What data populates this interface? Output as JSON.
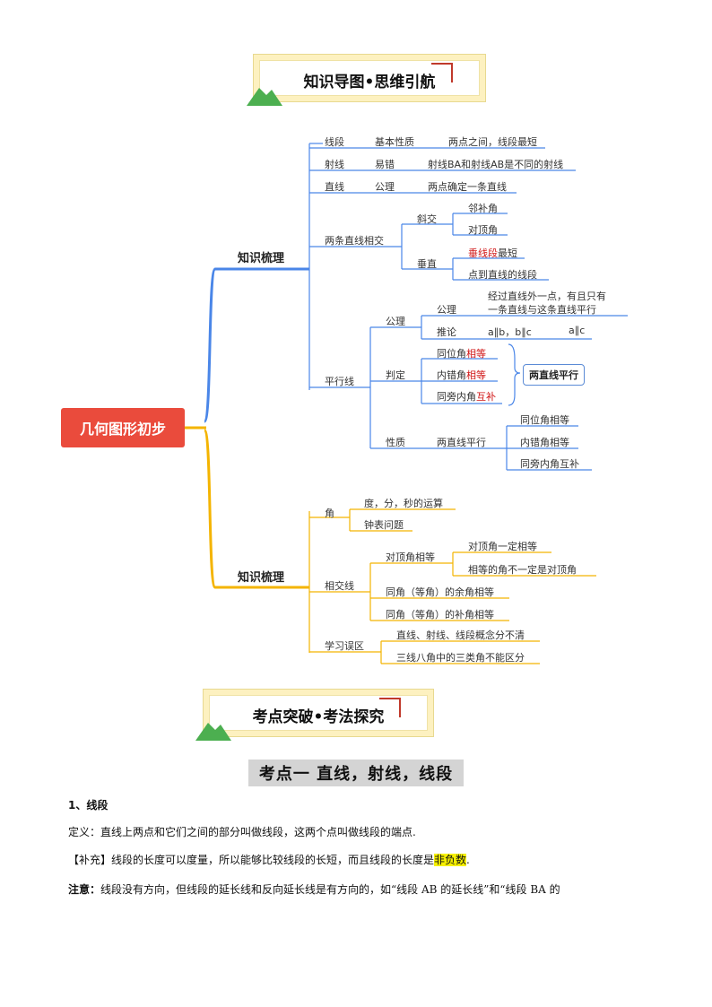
{
  "banner1": {
    "title": "知识导图•思维引航"
  },
  "banner2": {
    "title": "考点突破•考法探究"
  },
  "mindmap": {
    "root": "几何图形初步",
    "branch1_title": "知识梳理",
    "branch2_title": "知识梳理",
    "b1": {
      "segment": "线段",
      "segment_prop": "基本性质",
      "segment_desc": "两点之间，线段最短",
      "ray": "射线",
      "ray_prop": "易错",
      "ray_desc": "射线BA和射线AB是不同的射线",
      "line": "直线",
      "line_prop": "公理",
      "line_desc": "两点确定一条直线",
      "intersect": "两条直线相交",
      "oblique": "斜交",
      "adjacent": "邻补角",
      "vertical_angle": "对顶角",
      "perp": "垂直",
      "perp_seg_a": "垂线段",
      "perp_seg_b": "最短",
      "point_dist": "点到直线的线段",
      "parallel": "平行线",
      "axiom_group": "公理",
      "axiom": "公理",
      "axiom_text1": "经过直线外一点，有且只有",
      "axiom_text2": "一条直线与这条直线平行",
      "corollary": "推论",
      "cor1": "a∥b，b∥c",
      "cor2": "a∥c",
      "judge": "判定",
      "j1a": "同位角",
      "j1b": "相等",
      "j2a": "内错角",
      "j2b": "相等",
      "j3a": "同旁内角",
      "j3b": "互补",
      "two_parallel": "两直线平行",
      "nature": "性质",
      "nature_cond": "两直线平行",
      "n1": "同位角相等",
      "n2": "内错角相等",
      "n3": "同旁内角互补"
    },
    "b2": {
      "angle": "角",
      "angle1": "度，分，秒的运算",
      "angle2": "钟表问题",
      "cross": "相交线",
      "va_equal": "对顶角相等",
      "va1": "对顶角一定相等",
      "va2": "相等的角不一定是对顶角",
      "comp": "同角（等角）的余角相等",
      "supp": "同角（等角）的补角相等",
      "mistakes": "学习误区",
      "m1": "直线、射线、线段概念分不清",
      "m2": "三线八角中的三类角不能区分"
    }
  },
  "section": {
    "title": "考点一    直线，射线，线段"
  },
  "content": {
    "heading": "1、线段",
    "def": "定义：直线上两点和它们之间的部分叫做线段，这两个点叫做线段的端点.",
    "supp_a": "【补充】线段的长度可以度量，所以能够比较线段的长短，而且线段的长度是",
    "supp_hl": "非负数",
    "supp_b": ".",
    "note_a": "注意：",
    "note_b": "线段没有方向，但线段的延长线和反向延长线是有方向的，如“线段 AB 的延长线”和“线段 BA 的"
  },
  "colors": {
    "blue": "#4a86e8",
    "yellow": "#f4b400",
    "red": "#ea4b3c"
  }
}
